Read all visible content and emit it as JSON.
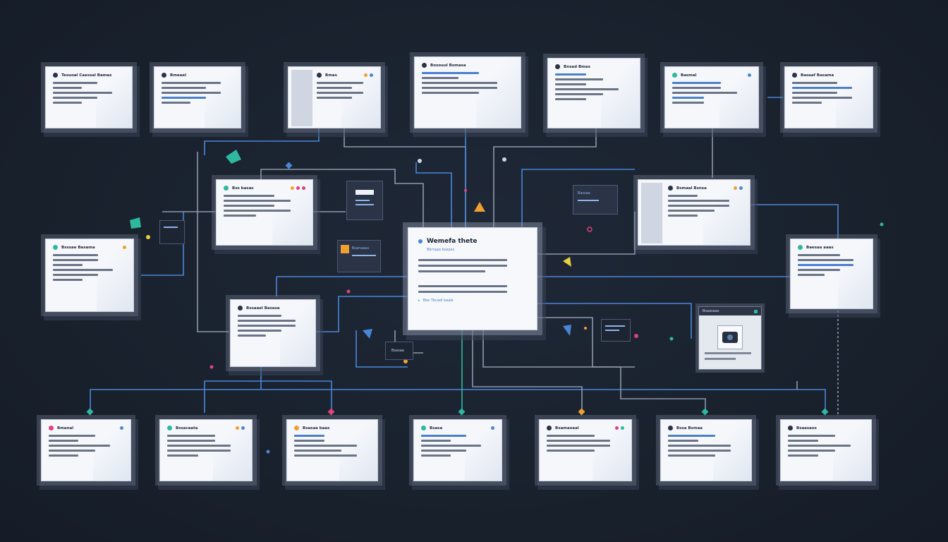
{
  "diagram": {
    "center": {
      "title": "Wemefa thete",
      "subtitle": "Bbrrapa baspas",
      "link": "Bbe Tbcadl baale"
    },
    "top_row": [
      {
        "title": "Tesuoal Caessal Bamas"
      },
      {
        "title": "Bmeael"
      },
      {
        "title": "Bmas"
      },
      {
        "title": "Bosouul Bsmasa"
      },
      {
        "title": "Bnsad Bmas"
      },
      {
        "title": "Basmal"
      },
      {
        "title": "Basaaf Basama"
      }
    ],
    "middle_row": [
      {
        "title": "Bss basas"
      },
      {
        "title": "Bsssae Basama"
      },
      {
        "title": "Bssaael Basasa"
      },
      {
        "title": "Bsmaal Bsnsa"
      },
      {
        "title": "Baesaa aaas"
      }
    ],
    "bottom_row": [
      {
        "title": "Bmanal"
      },
      {
        "title": "Bssacaata"
      },
      {
        "title": "Bsasaa baas"
      },
      {
        "title": "Bsasa"
      },
      {
        "title": "Bsamaoaal"
      },
      {
        "title": "Bssa Bsmaa"
      },
      {
        "title": "Bsaasaos"
      }
    ],
    "mini_nodes": [
      {
        "label": "Bsanaaas"
      },
      {
        "label": "Bassaa"
      },
      {
        "label": "Bsasaa"
      }
    ],
    "viewer": {
      "title": "Bsaasaas"
    }
  },
  "colors": {
    "background": "#19212d",
    "wire_blue": "#4a86d8",
    "wire_gray": "#8e98aa",
    "accent_teal": "#2fb8a0",
    "accent_pink": "#e0427a",
    "accent_orange": "#f0a030"
  }
}
